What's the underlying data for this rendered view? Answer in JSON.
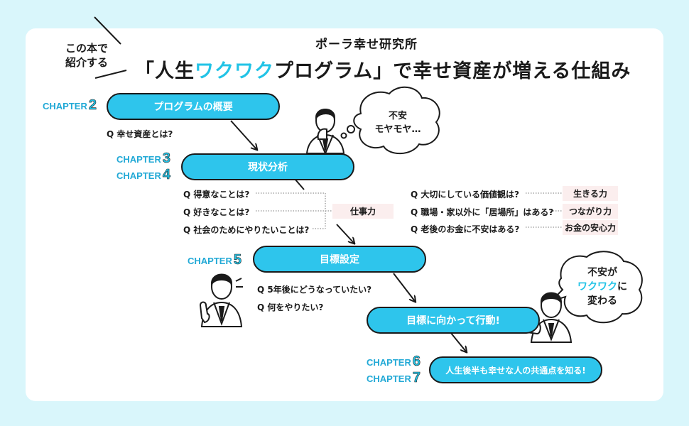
{
  "header": {
    "intro_line1": "この本で",
    "intro_line2": "紹介する",
    "subtitle": "ポーラ幸せ研究所",
    "title_part1": "「人生",
    "title_accent": "ワクワク",
    "title_part2": "プログラム」で幸せ資産が増える仕組み"
  },
  "chapter_label": "CHAPTER",
  "steps": [
    {
      "chapters": [
        "2"
      ],
      "label": "プログラムの概要"
    },
    {
      "chapters": [
        "3",
        "4"
      ],
      "label": "現状分析"
    },
    {
      "chapters": [
        "5"
      ],
      "label": "目標設定"
    },
    {
      "chapters": [],
      "label": "目標に向かって行動!"
    },
    {
      "chapters": [
        "6",
        "7"
      ],
      "label": "人生後半も幸せな人の共通点を知る!"
    }
  ],
  "questions": {
    "step1": [
      "Q  幸せ資産とは?"
    ],
    "step2_left": [
      "Q  得意なことは?",
      "Q  好きなことは?",
      "Q  社会のためにやりたいことは?"
    ],
    "step2_left_tag": "仕事力",
    "step2_right": [
      {
        "q": "Q  大切にしている価値観は?",
        "tag": "生きる力"
      },
      {
        "q": "Q  職場・家以外に「居場所」はある?",
        "tag": "つながり力"
      },
      {
        "q": "Q  老後のお金に不安はある?",
        "tag": "お金の安心力"
      }
    ],
    "step3": [
      "Q  5年後にどうなっていたい?",
      "Q  何をやりたい?"
    ]
  },
  "bubbles": {
    "worry_line1": "不安",
    "worry_line2": "モヤモヤ…",
    "change_line1": "不安が",
    "change_accent": "ワクワク",
    "change_suffix": "に",
    "change_line3": "変わる"
  },
  "colors": {
    "accent": "#22c3e6",
    "pill": "#2ec5ec",
    "tag_bg": "#fbeeee",
    "background": "#d9f6fb"
  }
}
